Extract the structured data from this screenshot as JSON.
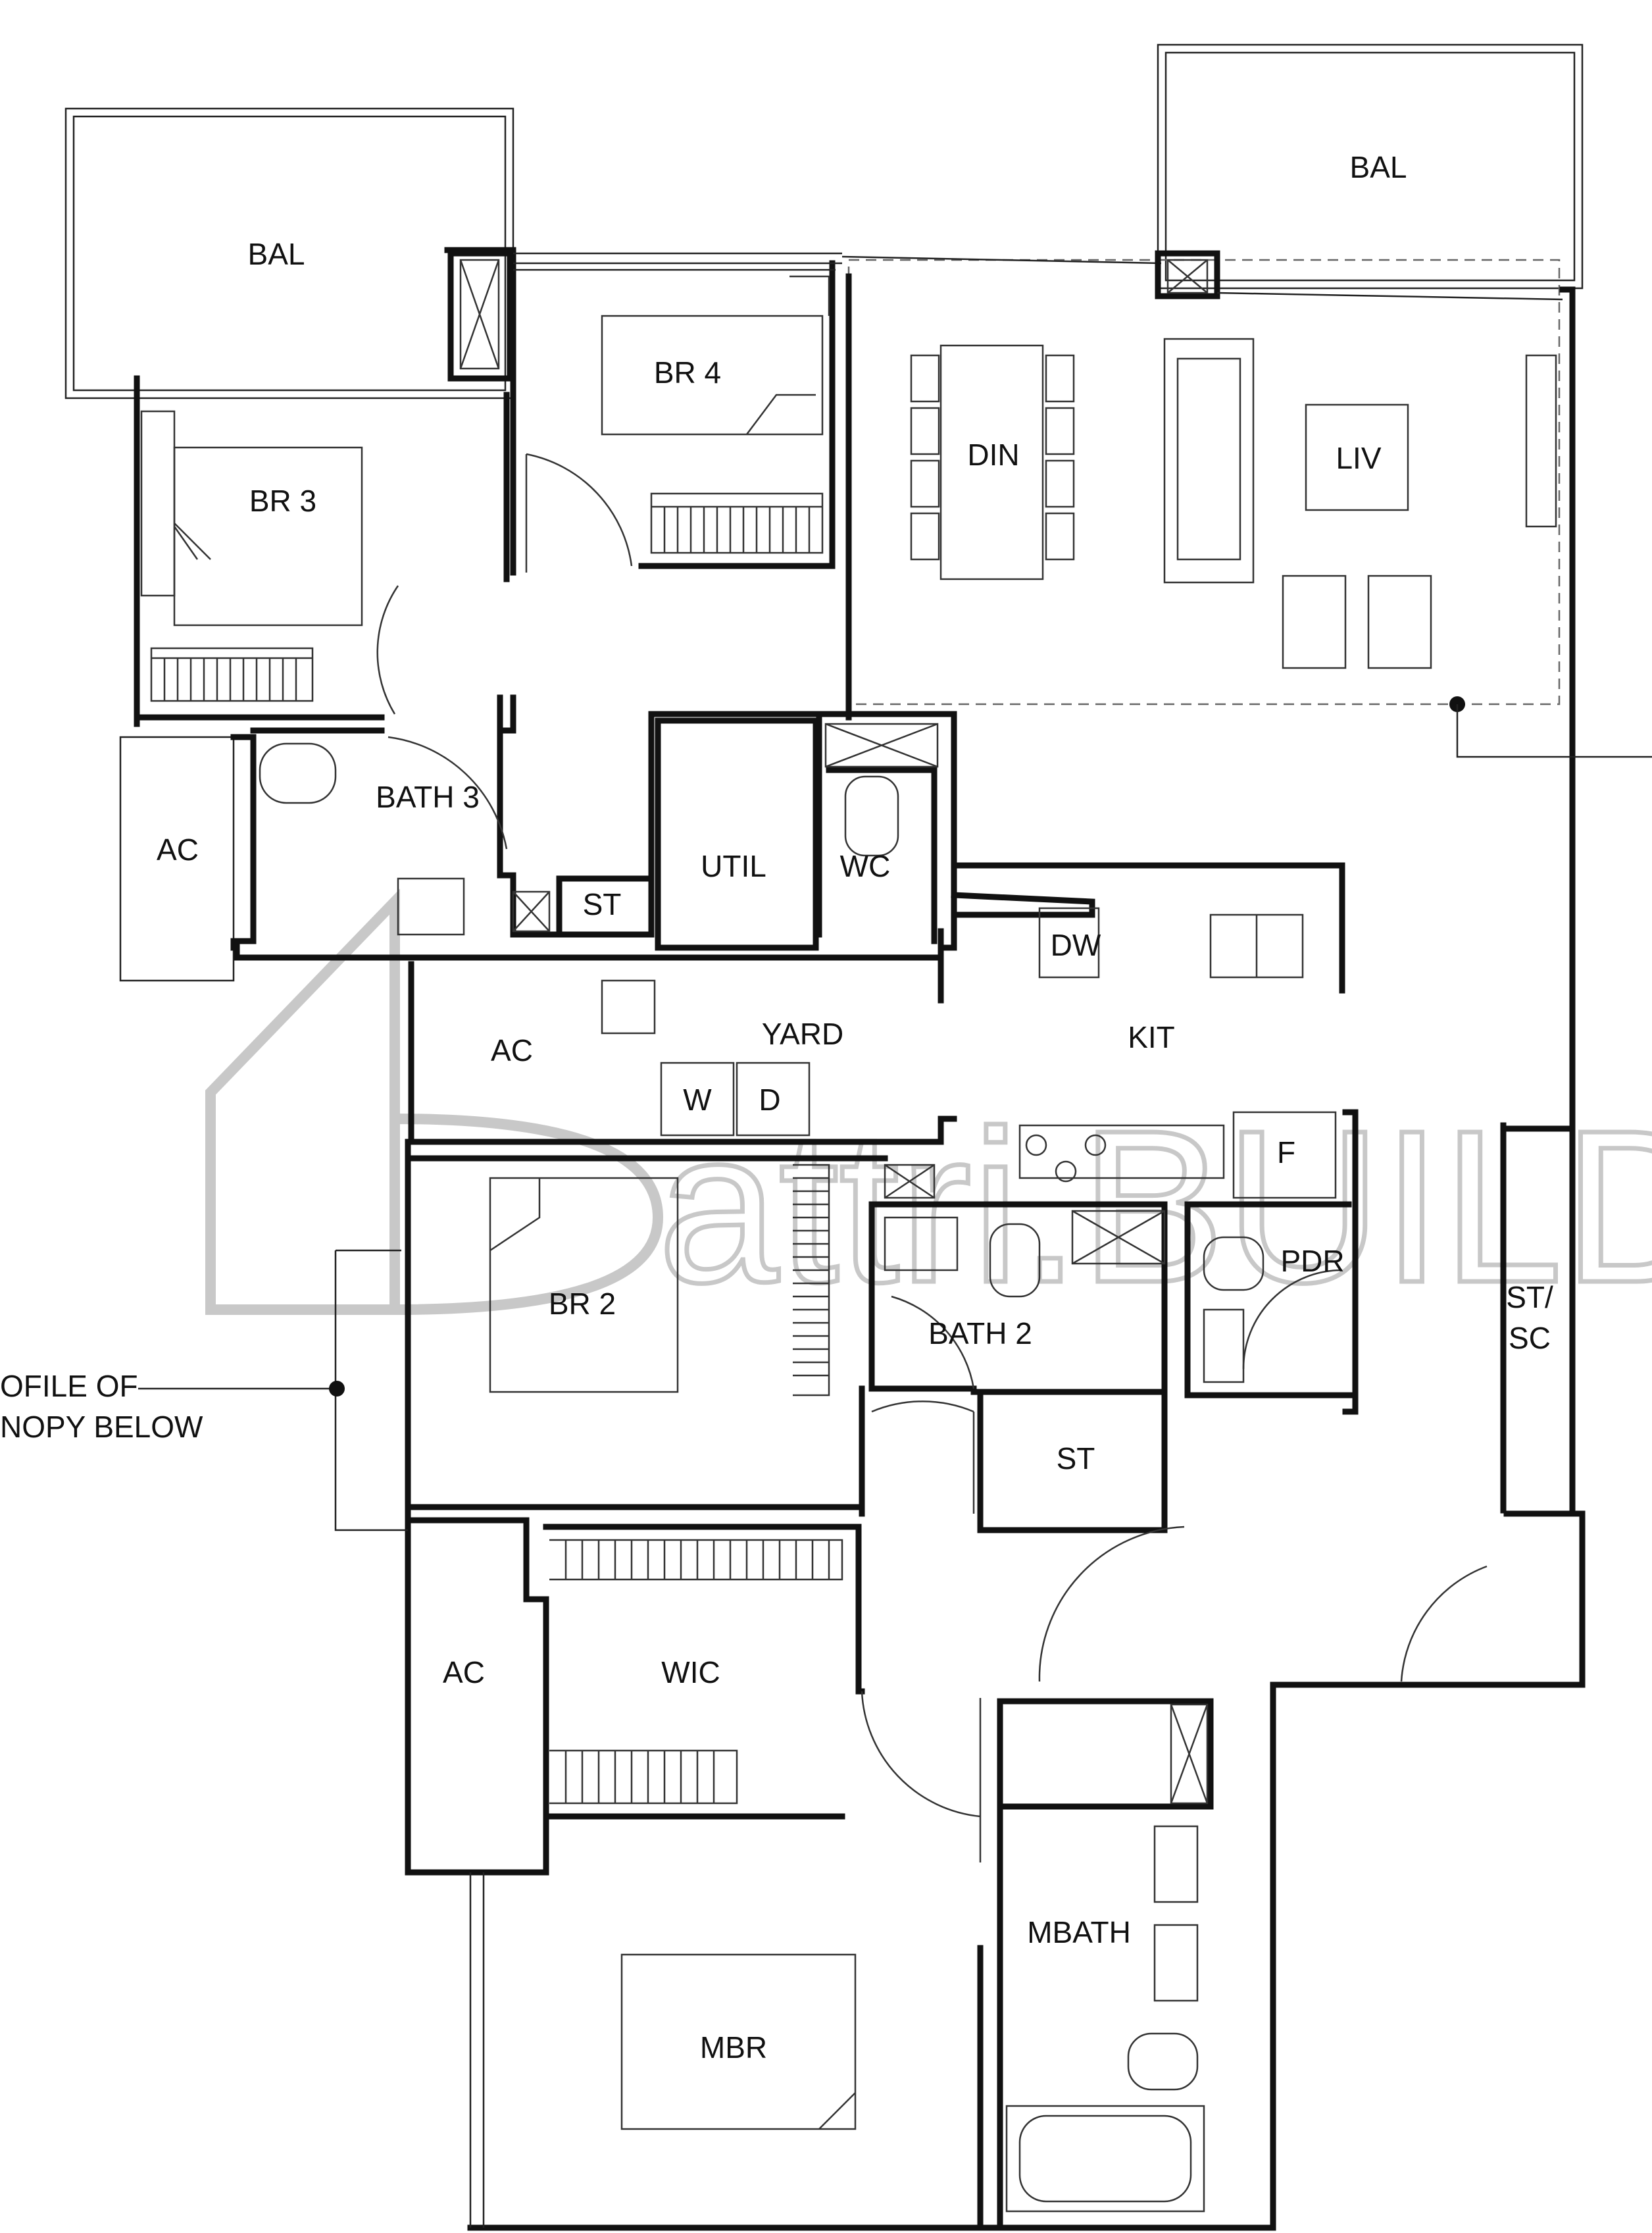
{
  "rooms": {
    "bal_left": "BAL",
    "bal_right": "BAL",
    "br4": "BR 4",
    "br3": "BR 3",
    "din": "DIN",
    "liv": "LIV",
    "bath3": "BATH 3",
    "ac_top": "AC",
    "util": "UTIL",
    "wc": "WC",
    "st_upper": "ST",
    "dw": "DW",
    "ac_mid": "AC",
    "yard": "YARD",
    "washer": "W",
    "dryer": "D",
    "kit": "KIT",
    "fridge": "F",
    "pdr": "PDR",
    "br2": "BR 2",
    "bath2": "BATH 2",
    "st_sc_line1": "ST/",
    "st_sc_line2": "SC",
    "st_lower": "ST",
    "ac_lower": "AC",
    "wic": "WIC",
    "mbath": "MBATH",
    "mbr": "MBR"
  },
  "annotation": {
    "line1": "OFILE OF",
    "line2": "NOPY BELOW"
  },
  "watermark": {
    "text": "attri.BUILD"
  }
}
